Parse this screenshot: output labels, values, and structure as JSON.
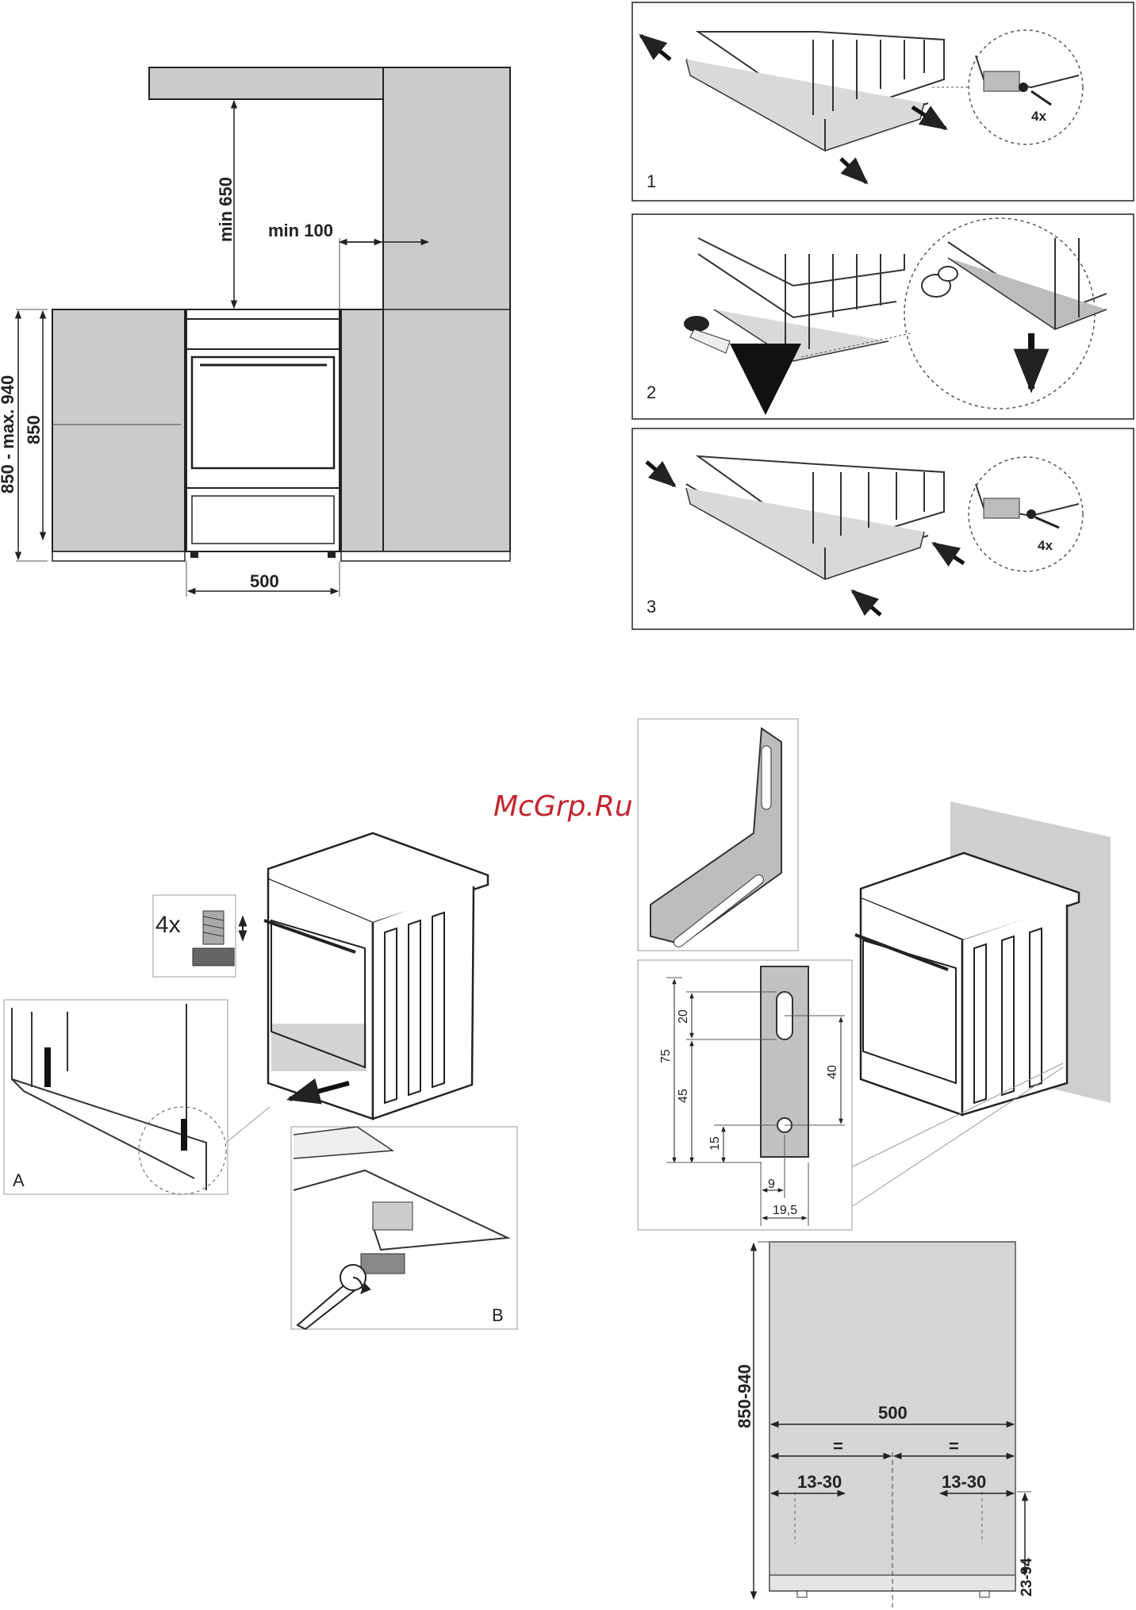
{
  "watermark": "McGrp.Ru",
  "kitchen_layout": {
    "clearance_above": "min 650",
    "clearance_side": "min 100",
    "width": "500",
    "height_range": "850 - max. 940",
    "height": "850"
  },
  "transport_panels": {
    "step_1": "1",
    "step_2": "2",
    "step_3": "3",
    "screw_count_1": "4x",
    "screw_count_3": "4x"
  },
  "feet_adjustment": {
    "feet_count": "4x",
    "detail_a": "A",
    "detail_b": "B"
  },
  "bracket_dimensions": {
    "d20": "20",
    "d75": "75",
    "d45": "45",
    "d15": "15",
    "d40": "40",
    "d9": "9",
    "d19_5": "19,5"
  },
  "wall_mounting": {
    "height_range": "850-940",
    "width": "500",
    "equal_left": "=",
    "equal_right": "=",
    "offset_left": "13-30",
    "offset_right": "13-30",
    "bottom_range": "23-94"
  }
}
